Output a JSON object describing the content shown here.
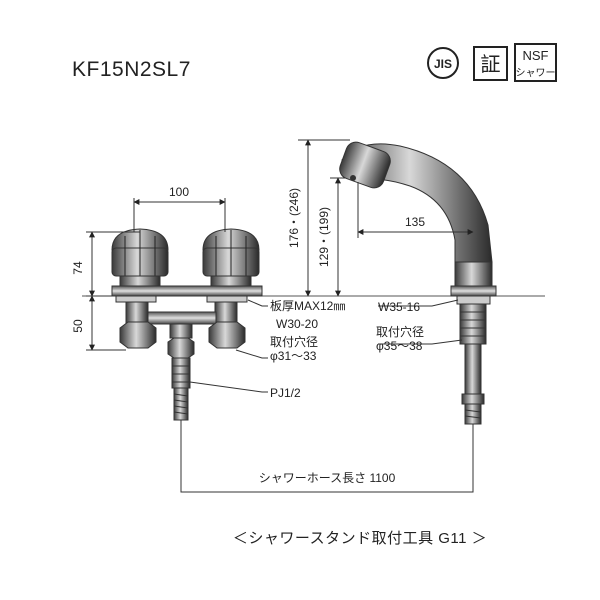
{
  "model": "KF15N2SL7",
  "marks": {
    "jis": "JIS",
    "cert": "証",
    "nsf_top": "NSF",
    "nsf_bottom": "シャワー"
  },
  "dims": {
    "handle_spacing": "100",
    "handle_height": "74",
    "body_height": "50",
    "spout_height": "176・(246)",
    "spout_height2": "129・(199)",
    "spout_reach": "135"
  },
  "notes": {
    "plate_thickness": "板厚MAX12㎜",
    "w_left": "W30-20",
    "hole_left_label": "取付穴径",
    "hole_left_value": "φ31～33",
    "w_right": "W35-16",
    "hole_right_label": "取付穴径",
    "hole_right_value": "φ35～38",
    "pipe_thread": "PJ1/2",
    "hose_length": "シャワーホース長さ 1100"
  },
  "caption": "＜シャワースタンド取付工具 G11 ＞"
}
